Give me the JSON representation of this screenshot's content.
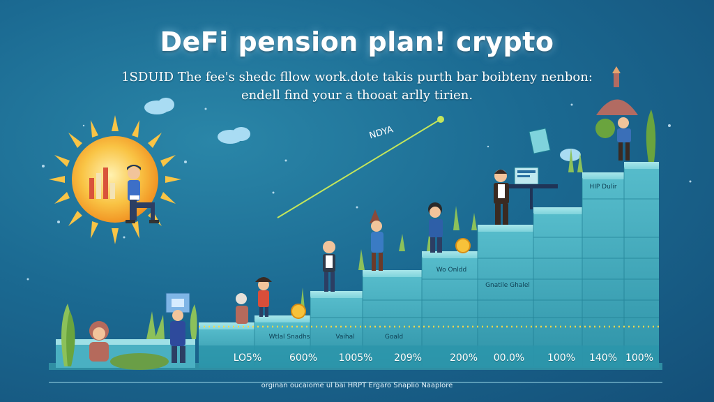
{
  "title": "DeFi pension plan! crypto",
  "subtitle_line1": "1SDUID The fee's shedc fllow work.dote takis purth bar boibteny nenbon:",
  "subtitle_line2": "endell find your a thooat arlly tirien.",
  "arrow_label": "NDYA",
  "percentages": [
    "LO5%",
    "600%",
    "1005%",
    "209%",
    "200%",
    "00.0%",
    "100%",
    "140%",
    "100%"
  ],
  "stair_labels": [
    "Wtlal Snadhs",
    "Vaihal",
    "Goald",
    "Wo Onldd",
    "Gnatile Ghalel",
    "HIP Dulir"
  ],
  "footer": "orginan oucaiome ul bai HRPT Ergaro Snaplio Naaplore",
  "icons": [
    "sun-icon",
    "cloud-icon",
    "coin-icon",
    "bitcoin-icon",
    "chart-icon",
    "tree-icon"
  ],
  "colors": {
    "background": "#1b6a92",
    "sun": "#f7b731",
    "step_top": "#7fd3dc",
    "step_front": "#3aa7b8",
    "dotted_line": "#ffd84a",
    "arrow": "#c5e65a"
  }
}
